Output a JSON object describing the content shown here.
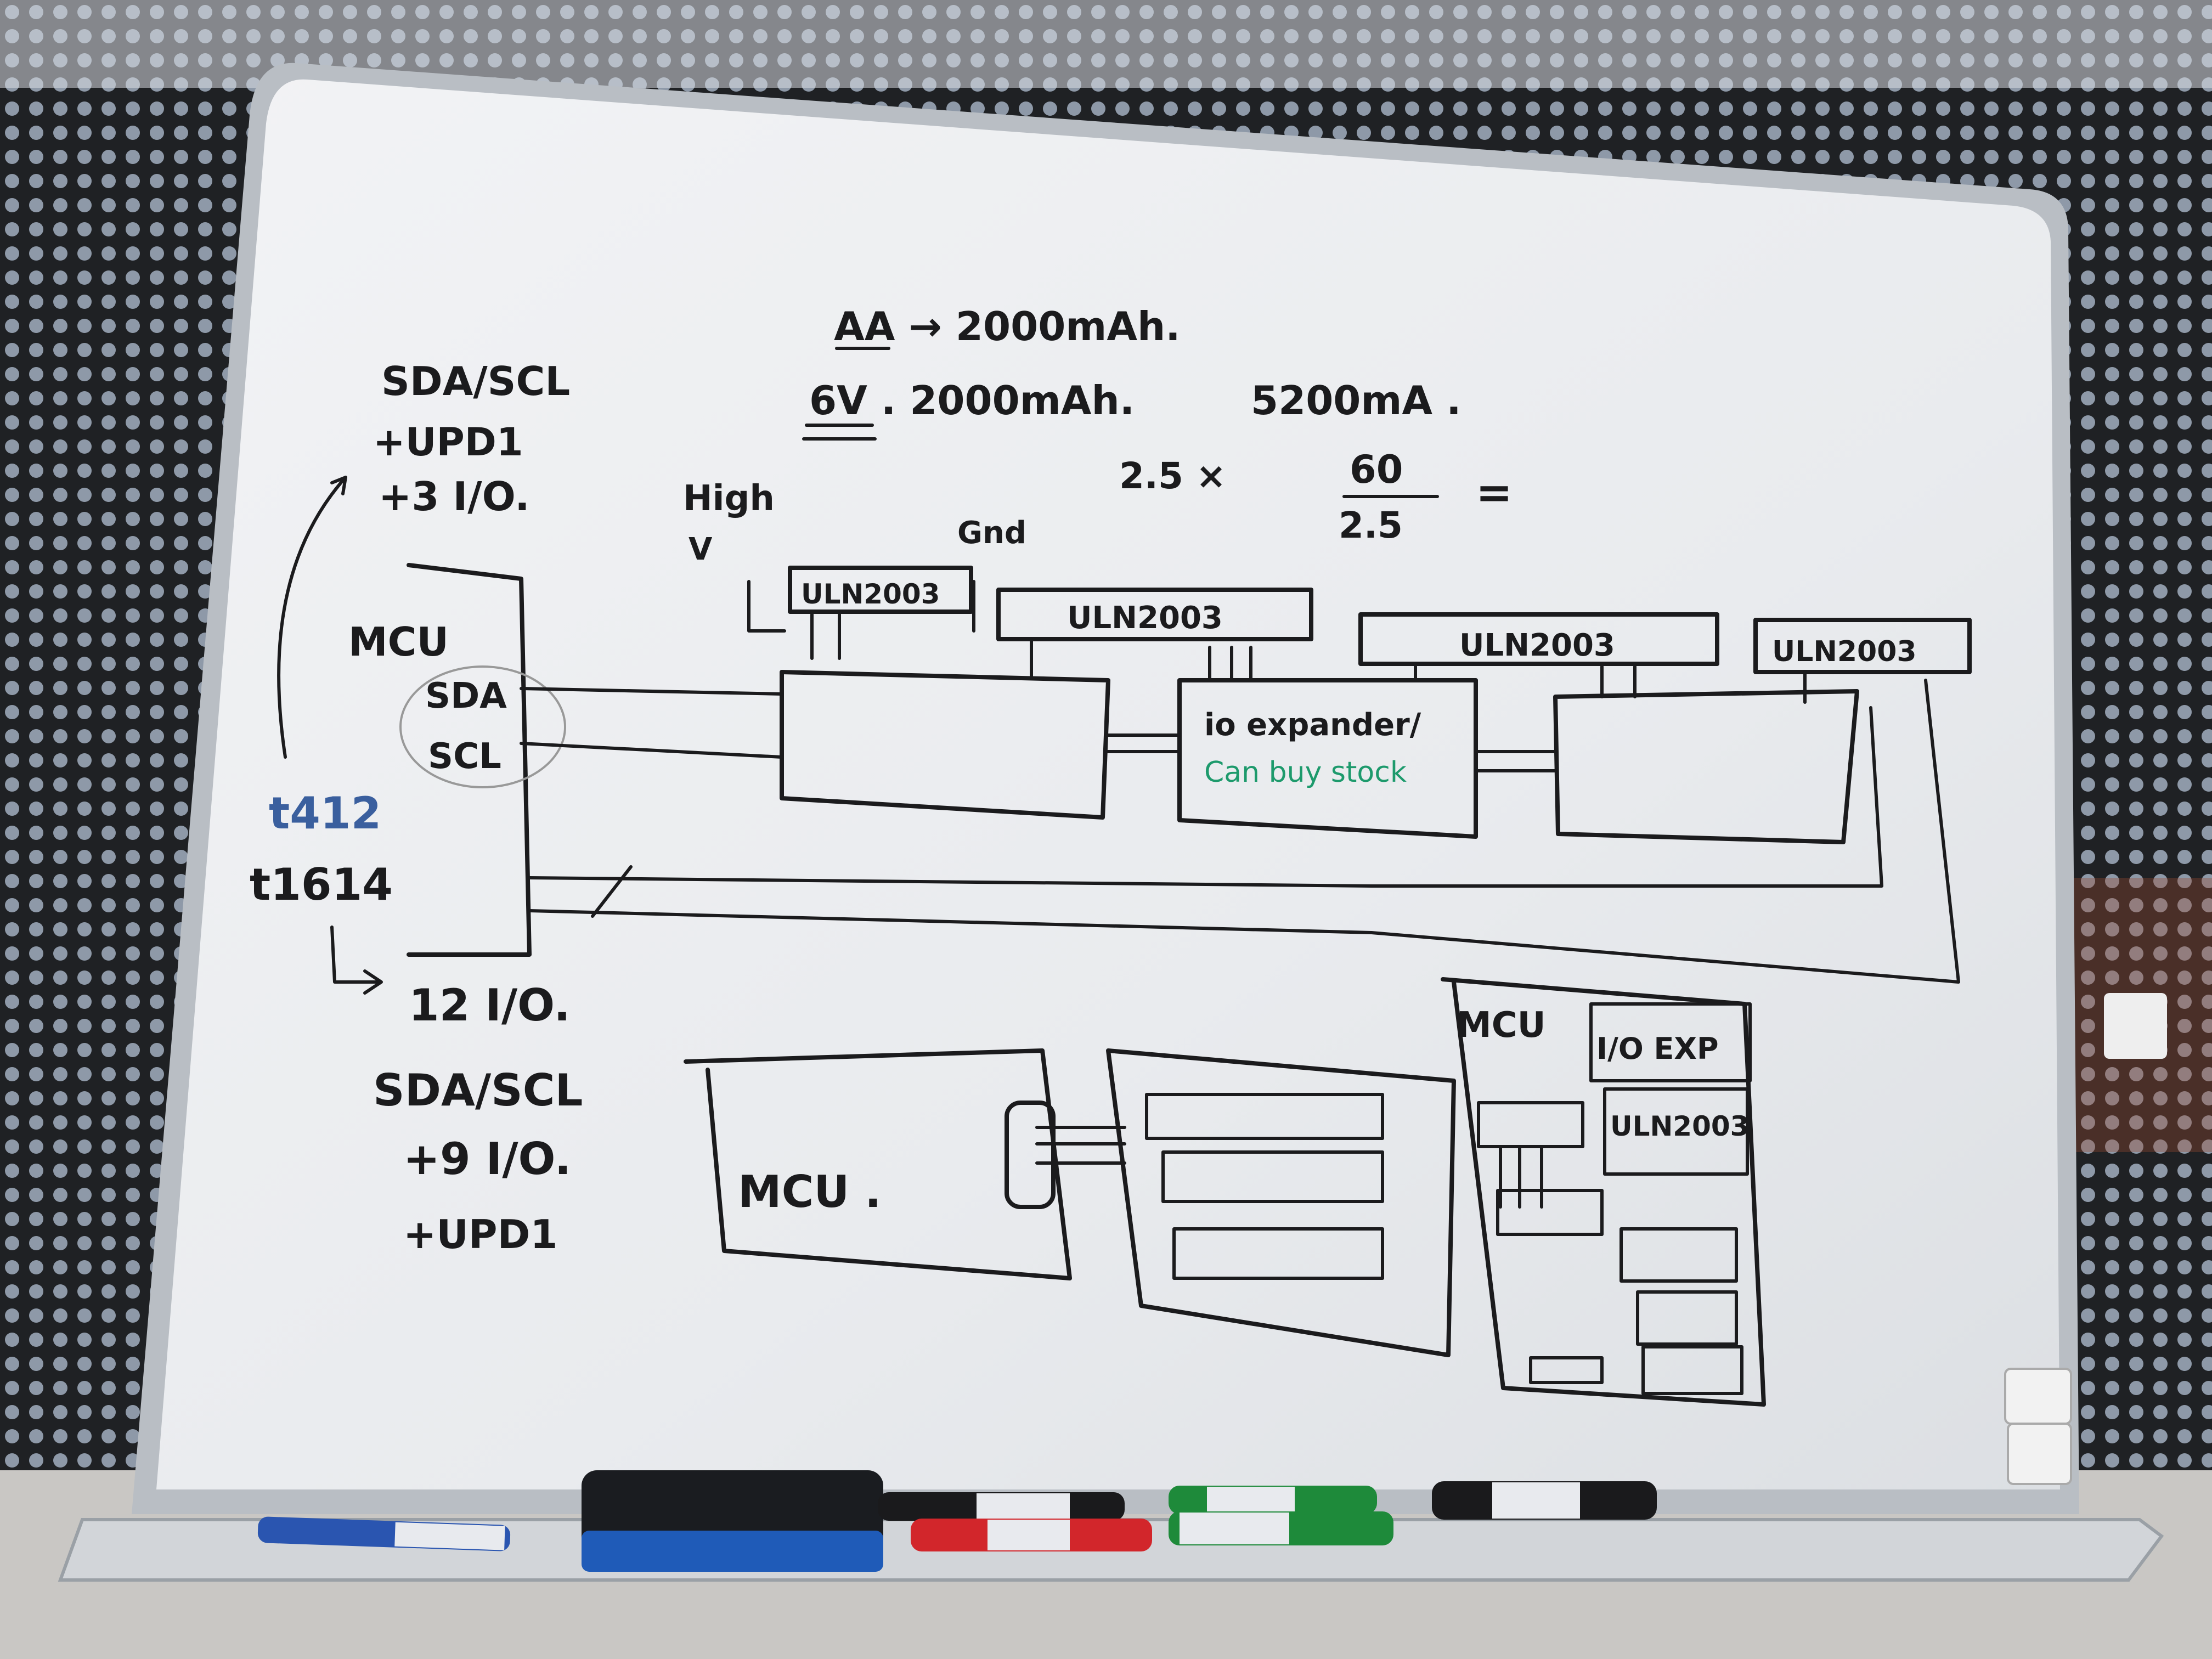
{
  "board": {
    "top_notes": {
      "battery_aa": "AA → 2000mAh.",
      "battery_6v": "6V . 2000mAh.",
      "current": "5200mA .",
      "calc_left": "2.5 ×",
      "calc_num": "60",
      "calc_den": "2.5",
      "calc_eq": "="
    },
    "left_notes": {
      "line1": "SDA/SCL",
      "line2": "+UPD1",
      "line3": "+3 I/O.",
      "t412": "t412",
      "t1614": "t1614",
      "io12": "12 I/O."
    },
    "bottom_left_notes": {
      "line1": "SDA/SCL",
      "line2": "+9 I/O.",
      "line3": "+UPD1"
    },
    "diagram": {
      "high_v": "High",
      "v": "V",
      "gnd": "Gnd",
      "mcu": "MCU",
      "sda": "SDA",
      "scl": "SCL",
      "uln1": "ULN2003",
      "uln2": "ULN2003",
      "uln3": "ULN2003",
      "uln4": "ULN2003",
      "io_expander": "io expander/",
      "can_buy_stock": "Can buy stock",
      "mcu_bottom": "MCU .",
      "mcu_right": "MCU",
      "io_exp": "I/O EXP",
      "uln_right": "ULN2003"
    }
  }
}
